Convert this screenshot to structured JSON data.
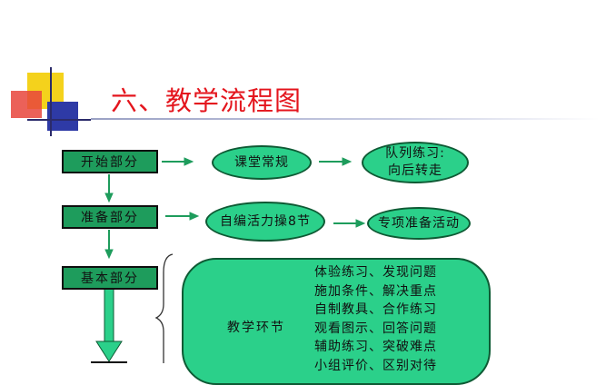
{
  "slide": {
    "title": "六、教学流程图"
  },
  "stages": [
    {
      "id": "start",
      "label": "开始部分"
    },
    {
      "id": "prepare",
      "label": "准备部分"
    },
    {
      "id": "basic",
      "label": "基本部分"
    }
  ],
  "start_row": {
    "node1": "课堂常规",
    "node2_line1": "队列练习:",
    "node2_line2": "向后转走"
  },
  "prepare_row": {
    "node1": "自编活力操8节",
    "node2": "专项准备活动"
  },
  "basic_panel": {
    "label": "教学环节",
    "items": [
      "体验练习、发现问题",
      "施加条件、解决重点",
      "自制教具、合作练习",
      "观看图示、回答问题",
      "辅助练习、突破难点",
      "小组评价、区别对待"
    ]
  },
  "colors": {
    "title": "#e4151d",
    "stage_fill": "#1e9c5c",
    "node_fill": "#2bd08a",
    "arrow": "#1e9c5c"
  }
}
